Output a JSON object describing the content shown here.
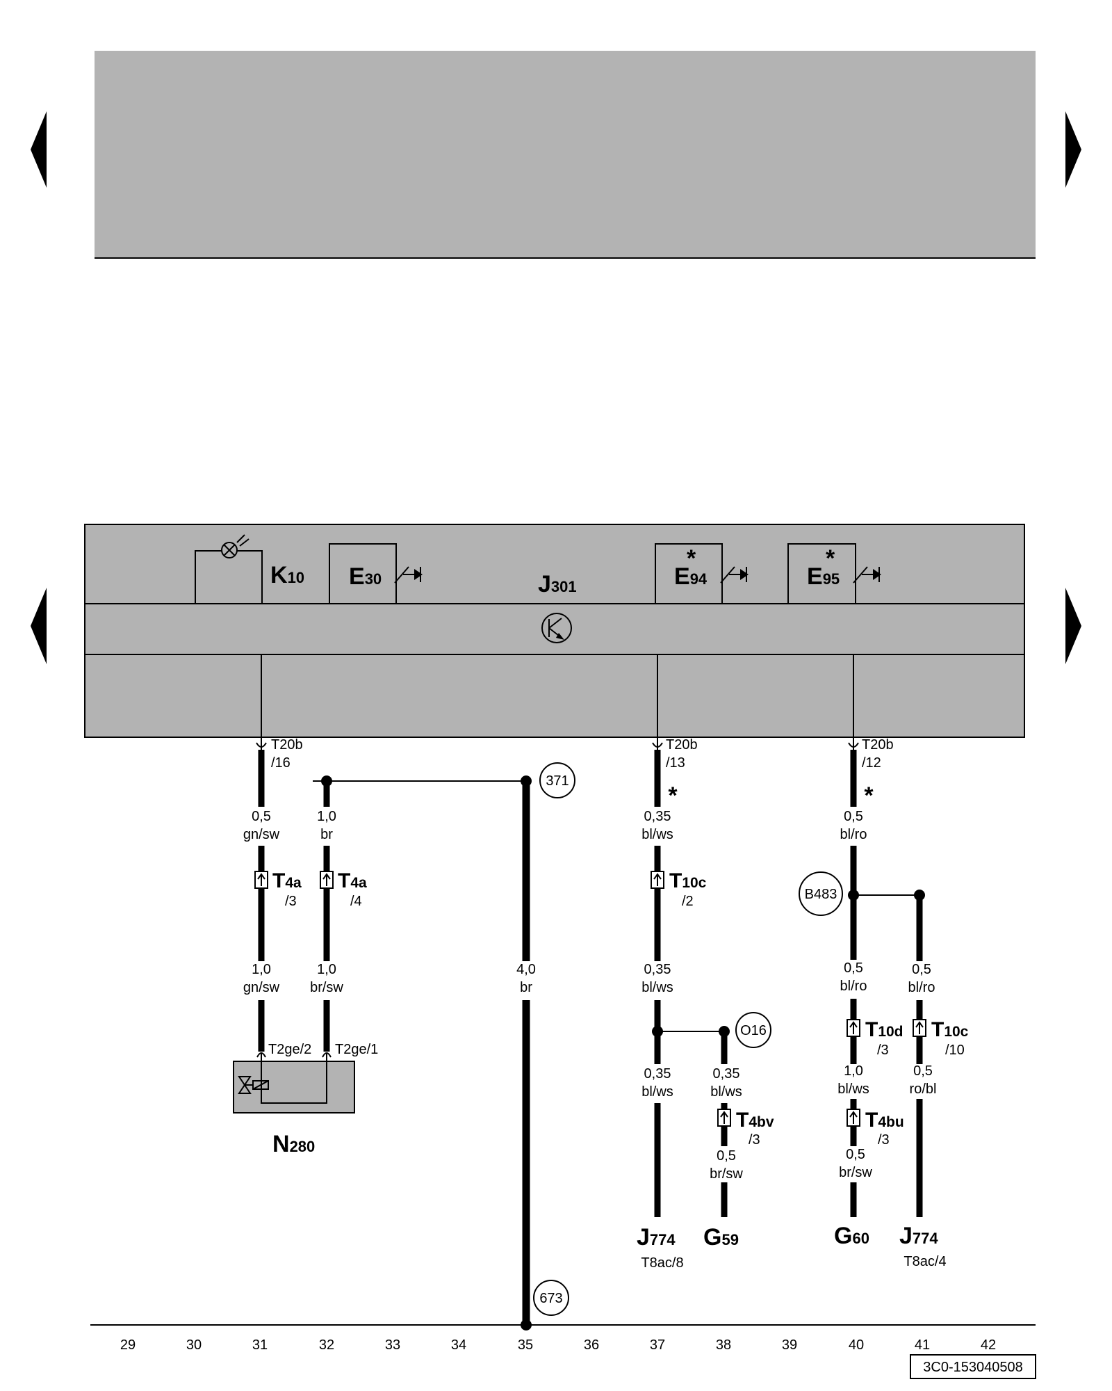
{
  "page": {
    "doc_number": "3C0-153040508",
    "star": "*"
  },
  "components": {
    "K10": {
      "letter": "K",
      "sub": "10"
    },
    "E30": {
      "letter": "E",
      "sub": "30"
    },
    "J301": {
      "letter": "J",
      "sub": "301"
    },
    "E94": {
      "letter": "E",
      "sub": "94"
    },
    "E95": {
      "letter": "E",
      "sub": "95"
    },
    "N280": {
      "letter": "N",
      "sub": "280"
    },
    "J774_a": {
      "letter": "J",
      "sub": "774",
      "pin": "T8ac/8"
    },
    "G59": {
      "letter": "G",
      "sub": "59"
    },
    "G60": {
      "letter": "G",
      "sub": "60"
    },
    "J774_b": {
      "letter": "J",
      "sub": "774",
      "pin": "T8ac/4"
    }
  },
  "connectors": {
    "t20b_16": {
      "name": "T20b",
      "pin": "/16"
    },
    "t20b_13": {
      "name": "T20b",
      "pin": "/13"
    },
    "t20b_12": {
      "name": "T20b",
      "pin": "/12"
    },
    "t4a_3": {
      "letter": "T",
      "sub": "4a",
      "pin": "/3"
    },
    "t4a_4": {
      "letter": "T",
      "sub": "4a",
      "pin": "/4"
    },
    "t10c_2": {
      "letter": "T",
      "sub": "10c",
      "pin": "/2"
    },
    "t10d_3": {
      "letter": "T",
      "sub": "10d",
      "pin": "/3"
    },
    "t10c_10": {
      "letter": "T",
      "sub": "10c",
      "pin": "/10"
    },
    "t4bv_3": {
      "letter": "T",
      "sub": "4bv",
      "pin": "/3"
    },
    "t4bu_3": {
      "letter": "T",
      "sub": "4bu",
      "pin": "/3"
    },
    "t2ge_2": "T2ge/2",
    "t2ge_1": "T2ge/1"
  },
  "wires": {
    "w31a": {
      "size": "0,5",
      "color": "gn/sw"
    },
    "w31b": {
      "size": "1,0",
      "color": "gn/sw"
    },
    "w32a": {
      "size": "1,0",
      "color": "br"
    },
    "w32b": {
      "size": "1,0",
      "color": "br/sw"
    },
    "w35": {
      "size": "4,0",
      "color": "br"
    },
    "w37a": {
      "size": "0,35",
      "color": "bl/ws"
    },
    "w37b": {
      "size": "0,35",
      "color": "bl/ws"
    },
    "w37c": {
      "size": "0,35",
      "color": "bl/ws"
    },
    "w38a": {
      "size": "0,35",
      "color": "bl/ws"
    },
    "w38b": {
      "size": "0,5",
      "color": "br/sw"
    },
    "w40a": {
      "size": "0,5",
      "color": "bl/ro"
    },
    "w40b": {
      "size": "0,5",
      "color": "bl/ro"
    },
    "w40c": {
      "size": "1,0",
      "color": "bl/ws"
    },
    "w40d": {
      "size": "0,5",
      "color": "br/sw"
    },
    "w41a": {
      "size": "0,5",
      "color": "bl/ro"
    },
    "w41b": {
      "size": "0,5",
      "color": "ro/bl"
    }
  },
  "nodes": {
    "n371": "371",
    "n673": "673",
    "o16": "O16",
    "b483": "B483"
  },
  "ruler": [
    "29",
    "30",
    "31",
    "32",
    "33",
    "34",
    "35",
    "36",
    "37",
    "38",
    "39",
    "40",
    "41",
    "42"
  ]
}
